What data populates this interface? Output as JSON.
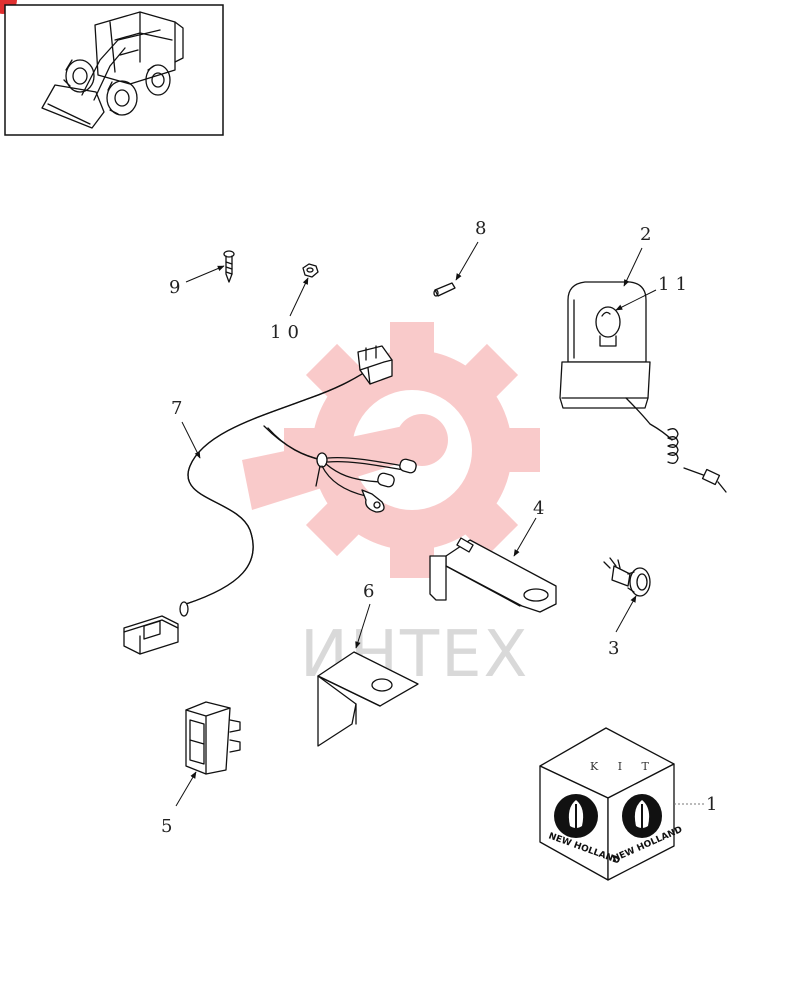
{
  "watermark": {
    "text": "ИНТЕХ",
    "color": "#f5a0a0"
  },
  "kit": {
    "label": "K I T",
    "brand": "NEW HOLLAND"
  },
  "callouts": [
    {
      "id": "c1",
      "label": "1"
    },
    {
      "id": "c2",
      "label": "2"
    },
    {
      "id": "c3",
      "label": "3"
    },
    {
      "id": "c4",
      "label": "4"
    },
    {
      "id": "c5",
      "label": "5"
    },
    {
      "id": "c6",
      "label": "6"
    },
    {
      "id": "c7",
      "label": "7"
    },
    {
      "id": "c8",
      "label": "8"
    },
    {
      "id": "c9",
      "label": "9"
    },
    {
      "id": "c10",
      "label": "10"
    },
    {
      "id": "c11",
      "label": "11"
    }
  ]
}
